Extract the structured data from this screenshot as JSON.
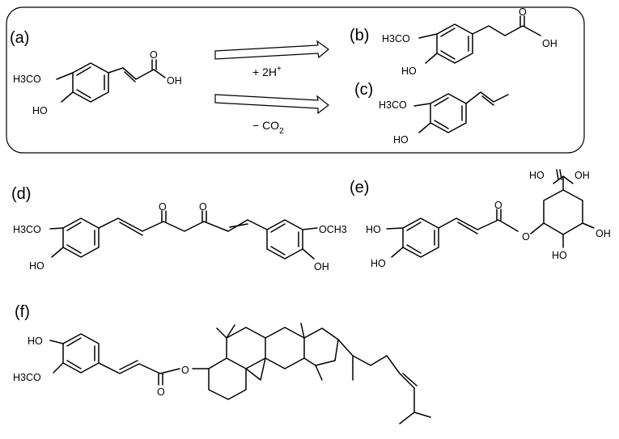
{
  "panels": {
    "a": {
      "label": "(a)",
      "groups": [
        "H3CO",
        "OH",
        "O",
        "HO"
      ]
    },
    "b": {
      "label": "(b)",
      "groups": [
        "H3CO",
        "O",
        "OH",
        "HO"
      ]
    },
    "c": {
      "label": "(c)",
      "groups": [
        "H3CO",
        "HO"
      ]
    },
    "d": {
      "label": "(d)",
      "groups": [
        "H3CO",
        "HO",
        "O",
        "O",
        "OCH3",
        "OH"
      ]
    },
    "e": {
      "label": "(e)",
      "groups": [
        "HO",
        "HO",
        "O",
        "O",
        "HO",
        "OH",
        "OH",
        "HO"
      ]
    },
    "f": {
      "label": "(f)",
      "groups": [
        "HO",
        "H3CO",
        "O",
        "O"
      ]
    }
  },
  "reactions": {
    "top": {
      "condition_main": "+ 2H",
      "condition_sup": "+"
    },
    "bottom": {
      "condition_main": "−  CO",
      "condition_sub": "2"
    }
  },
  "colors": {
    "ink": "#000000",
    "background": "#ffffff"
  }
}
